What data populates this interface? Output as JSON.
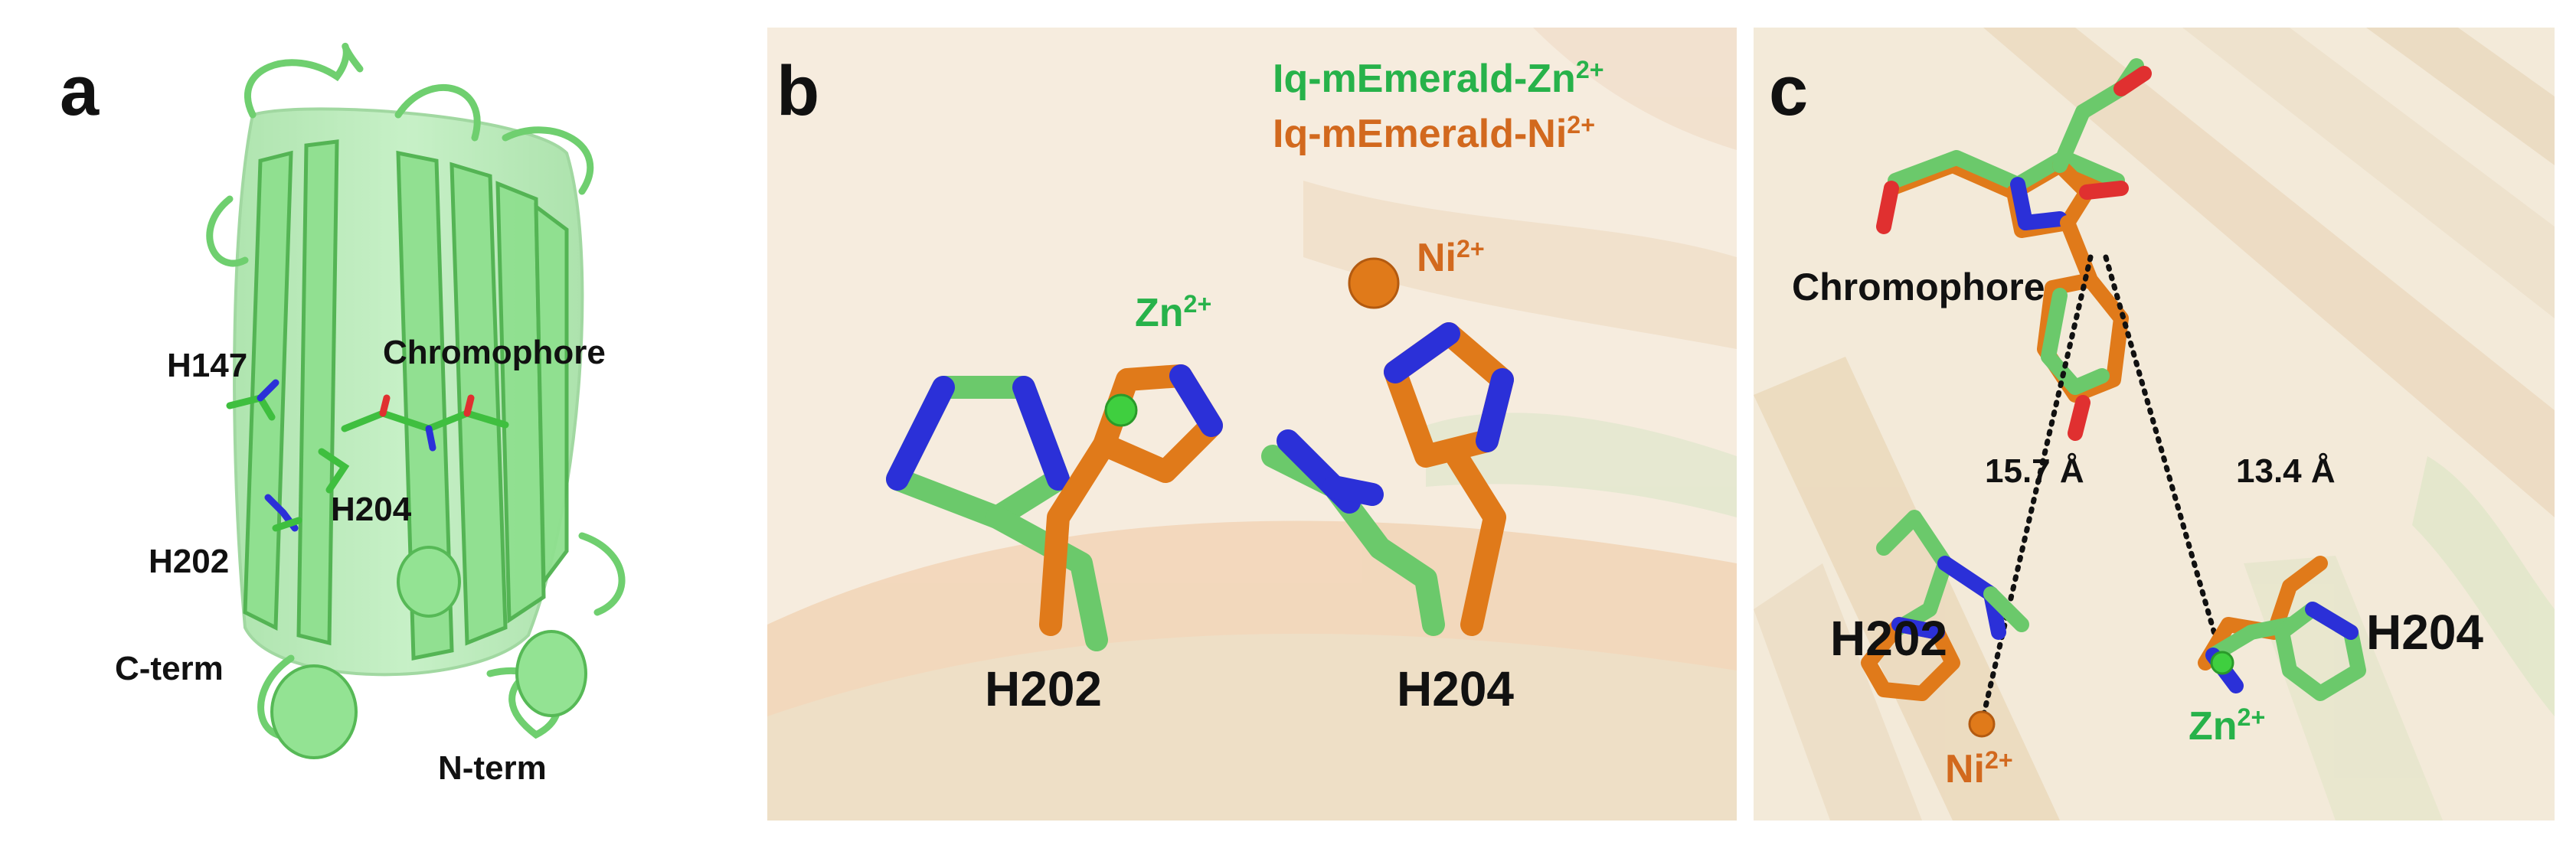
{
  "panel_a": {
    "letter": "a",
    "labels": {
      "h147": "H147",
      "chromophore": "Chromophore",
      "h204": "H204",
      "h202": "H202",
      "cterm": "C-term",
      "nterm": "N-term"
    }
  },
  "panel_b": {
    "letter": "b",
    "legend": {
      "zn": {
        "base": "Iq-mEmerald-Zn",
        "sup": "2+"
      },
      "ni": {
        "base": "Iq-mEmerald-Ni",
        "sup": "2+"
      }
    },
    "ions": {
      "zn": {
        "base": "Zn",
        "sup": "2+"
      },
      "ni": {
        "base": "Ni",
        "sup": "2+"
      }
    },
    "residues": {
      "left": "H202",
      "right": "H204"
    }
  },
  "panel_c": {
    "letter": "c",
    "chromophore": "Chromophore",
    "distances": {
      "left": "15.7 Å",
      "right": "13.4 Å"
    },
    "residues": {
      "left": "H202",
      "right": "H204"
    },
    "ions": {
      "ni": {
        "base": "Ni",
        "sup": "2+"
      },
      "zn": {
        "base": "Zn",
        "sup": "2+"
      }
    }
  },
  "colors": {
    "zn_structure": "#7fd97f",
    "ni_structure": "#e07a1a",
    "zn_text": "#27b24a",
    "ni_text": "#d2691e",
    "nitrogen": "#2b30d8",
    "oxygen": "#e03030"
  }
}
